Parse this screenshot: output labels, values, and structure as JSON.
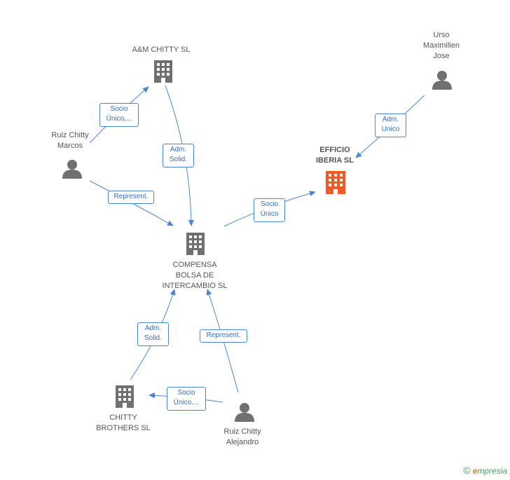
{
  "nodes": {
    "am_chitty": {
      "label": "A&M CHITTY  SL",
      "kind": "company"
    },
    "urso": {
      "label": "Urso\nMaximilien\nJose",
      "kind": "person"
    },
    "ruiz_marcos": {
      "label": "Ruiz Chitty\nMarcos",
      "kind": "person"
    },
    "efficio": {
      "label": "EFFICIO\nIBERIA  SL",
      "kind": "company-focus"
    },
    "compensa": {
      "label": "COMPENSA\nBOLSA DE\nINTERCAMBIO SL",
      "kind": "company"
    },
    "chitty_brothers": {
      "label": "CHITTY\nBROTHERS  SL",
      "kind": "company"
    },
    "ruiz_alejandro": {
      "label": "Ruiz Chitty\nAlejandro",
      "kind": "person"
    }
  },
  "edges": {
    "marcos_am": "Socio\nÚnico,...",
    "am_compensa": "Adm.\nSolid.",
    "urso_efficio": "Adm.\nUnico",
    "marcos_compensa": "Represent.",
    "compensa_efficio": "Socio\nÚnico",
    "brothers_compensa": "Adm.\nSolid.",
    "alejandro_compensa": "Represent.",
    "alejandro_brothers": "Socio\nÚnico,..."
  },
  "colors": {
    "edge": "#4a86d0",
    "company": "#707070",
    "focus": "#f05a28",
    "person": "#707070"
  },
  "footer": {
    "copyright": "©",
    "brand_e": "e",
    "brand_rest": "mpresia"
  }
}
